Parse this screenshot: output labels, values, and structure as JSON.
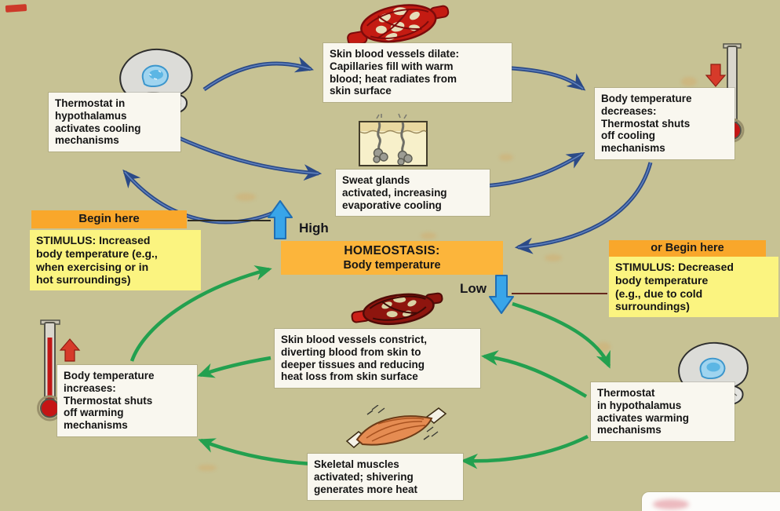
{
  "diagram": {
    "subject": "Thermoregulation negative feedback (body temperature homeostasis)",
    "labels": {
      "high": "High",
      "low": "Low"
    },
    "homeostasis": {
      "title": "HOMEOSTASIS:",
      "subtitle": "Body temperature"
    },
    "begin_heat": {
      "header": "Begin here",
      "stimulus_lines": [
        "STIMULUS: Increased",
        "body temperature (e.g.,",
        "when exercising or in",
        "hot surroundings)"
      ]
    },
    "begin_cold": {
      "header": "or Begin here",
      "stimulus_lines": [
        "STIMULUS: Decreased",
        "body temperature",
        "(e.g., due to cold",
        "surroundings)"
      ]
    },
    "steps": {
      "cooling_thermostat": {
        "lines": [
          "Thermostat in",
          "hypothalamus",
          "activates cooling",
          "mechanisms"
        ]
      },
      "vessels_dilate": {
        "lines": [
          "Skin blood vessels dilate:",
          "Capillaries fill with warm",
          "blood; heat radiates from",
          "skin surface"
        ]
      },
      "sweat_glands": {
        "lines": [
          "Sweat glands",
          "activated, increasing",
          "evaporative cooling"
        ]
      },
      "temp_decreases": {
        "lines": [
          "Body temperature",
          "decreases:",
          "Thermostat shuts",
          "off cooling",
          "mechanisms"
        ]
      },
      "vessels_constrict": {
        "lines": [
          "Skin blood vessels constrict,",
          "diverting blood from skin to",
          "deeper tissues and reducing",
          "heat loss from skin surface"
        ]
      },
      "skeletal_muscles": {
        "lines": [
          "Skeletal muscles",
          "activated; shivering",
          "generates more heat"
        ]
      },
      "warming_thermostat": {
        "lines": [
          "Thermostat",
          "in hypothalamus",
          "activates warming",
          "mechanisms"
        ]
      },
      "temp_increases": {
        "lines": [
          "Body temperature",
          "increases:",
          "Thermostat shuts",
          "off warming",
          "mechanisms"
        ]
      }
    },
    "icons": [
      "dilated-blood-vessel-icon",
      "constricted-blood-vessel-icon",
      "sweat-gland-icon",
      "brain-hypothalamus-icon",
      "thermometer-falling-icon",
      "thermometer-rising-icon",
      "skeletal-muscle-icon"
    ],
    "colors": {
      "background": "#c7c294",
      "cooling_loop_arrows": "#2b4a87",
      "warming_loop_arrows": "#23a04f",
      "high_low_arrows": "#38a5e9",
      "stimulus_header": "#f9a72b",
      "stimulus_body": "#fbf480",
      "homeostasis_box": "#fcb53b",
      "callout_box": "#f9f7ef",
      "dilated_vessel_red": "#c41b12",
      "constricted_vessel_red": "#8e150e"
    }
  }
}
